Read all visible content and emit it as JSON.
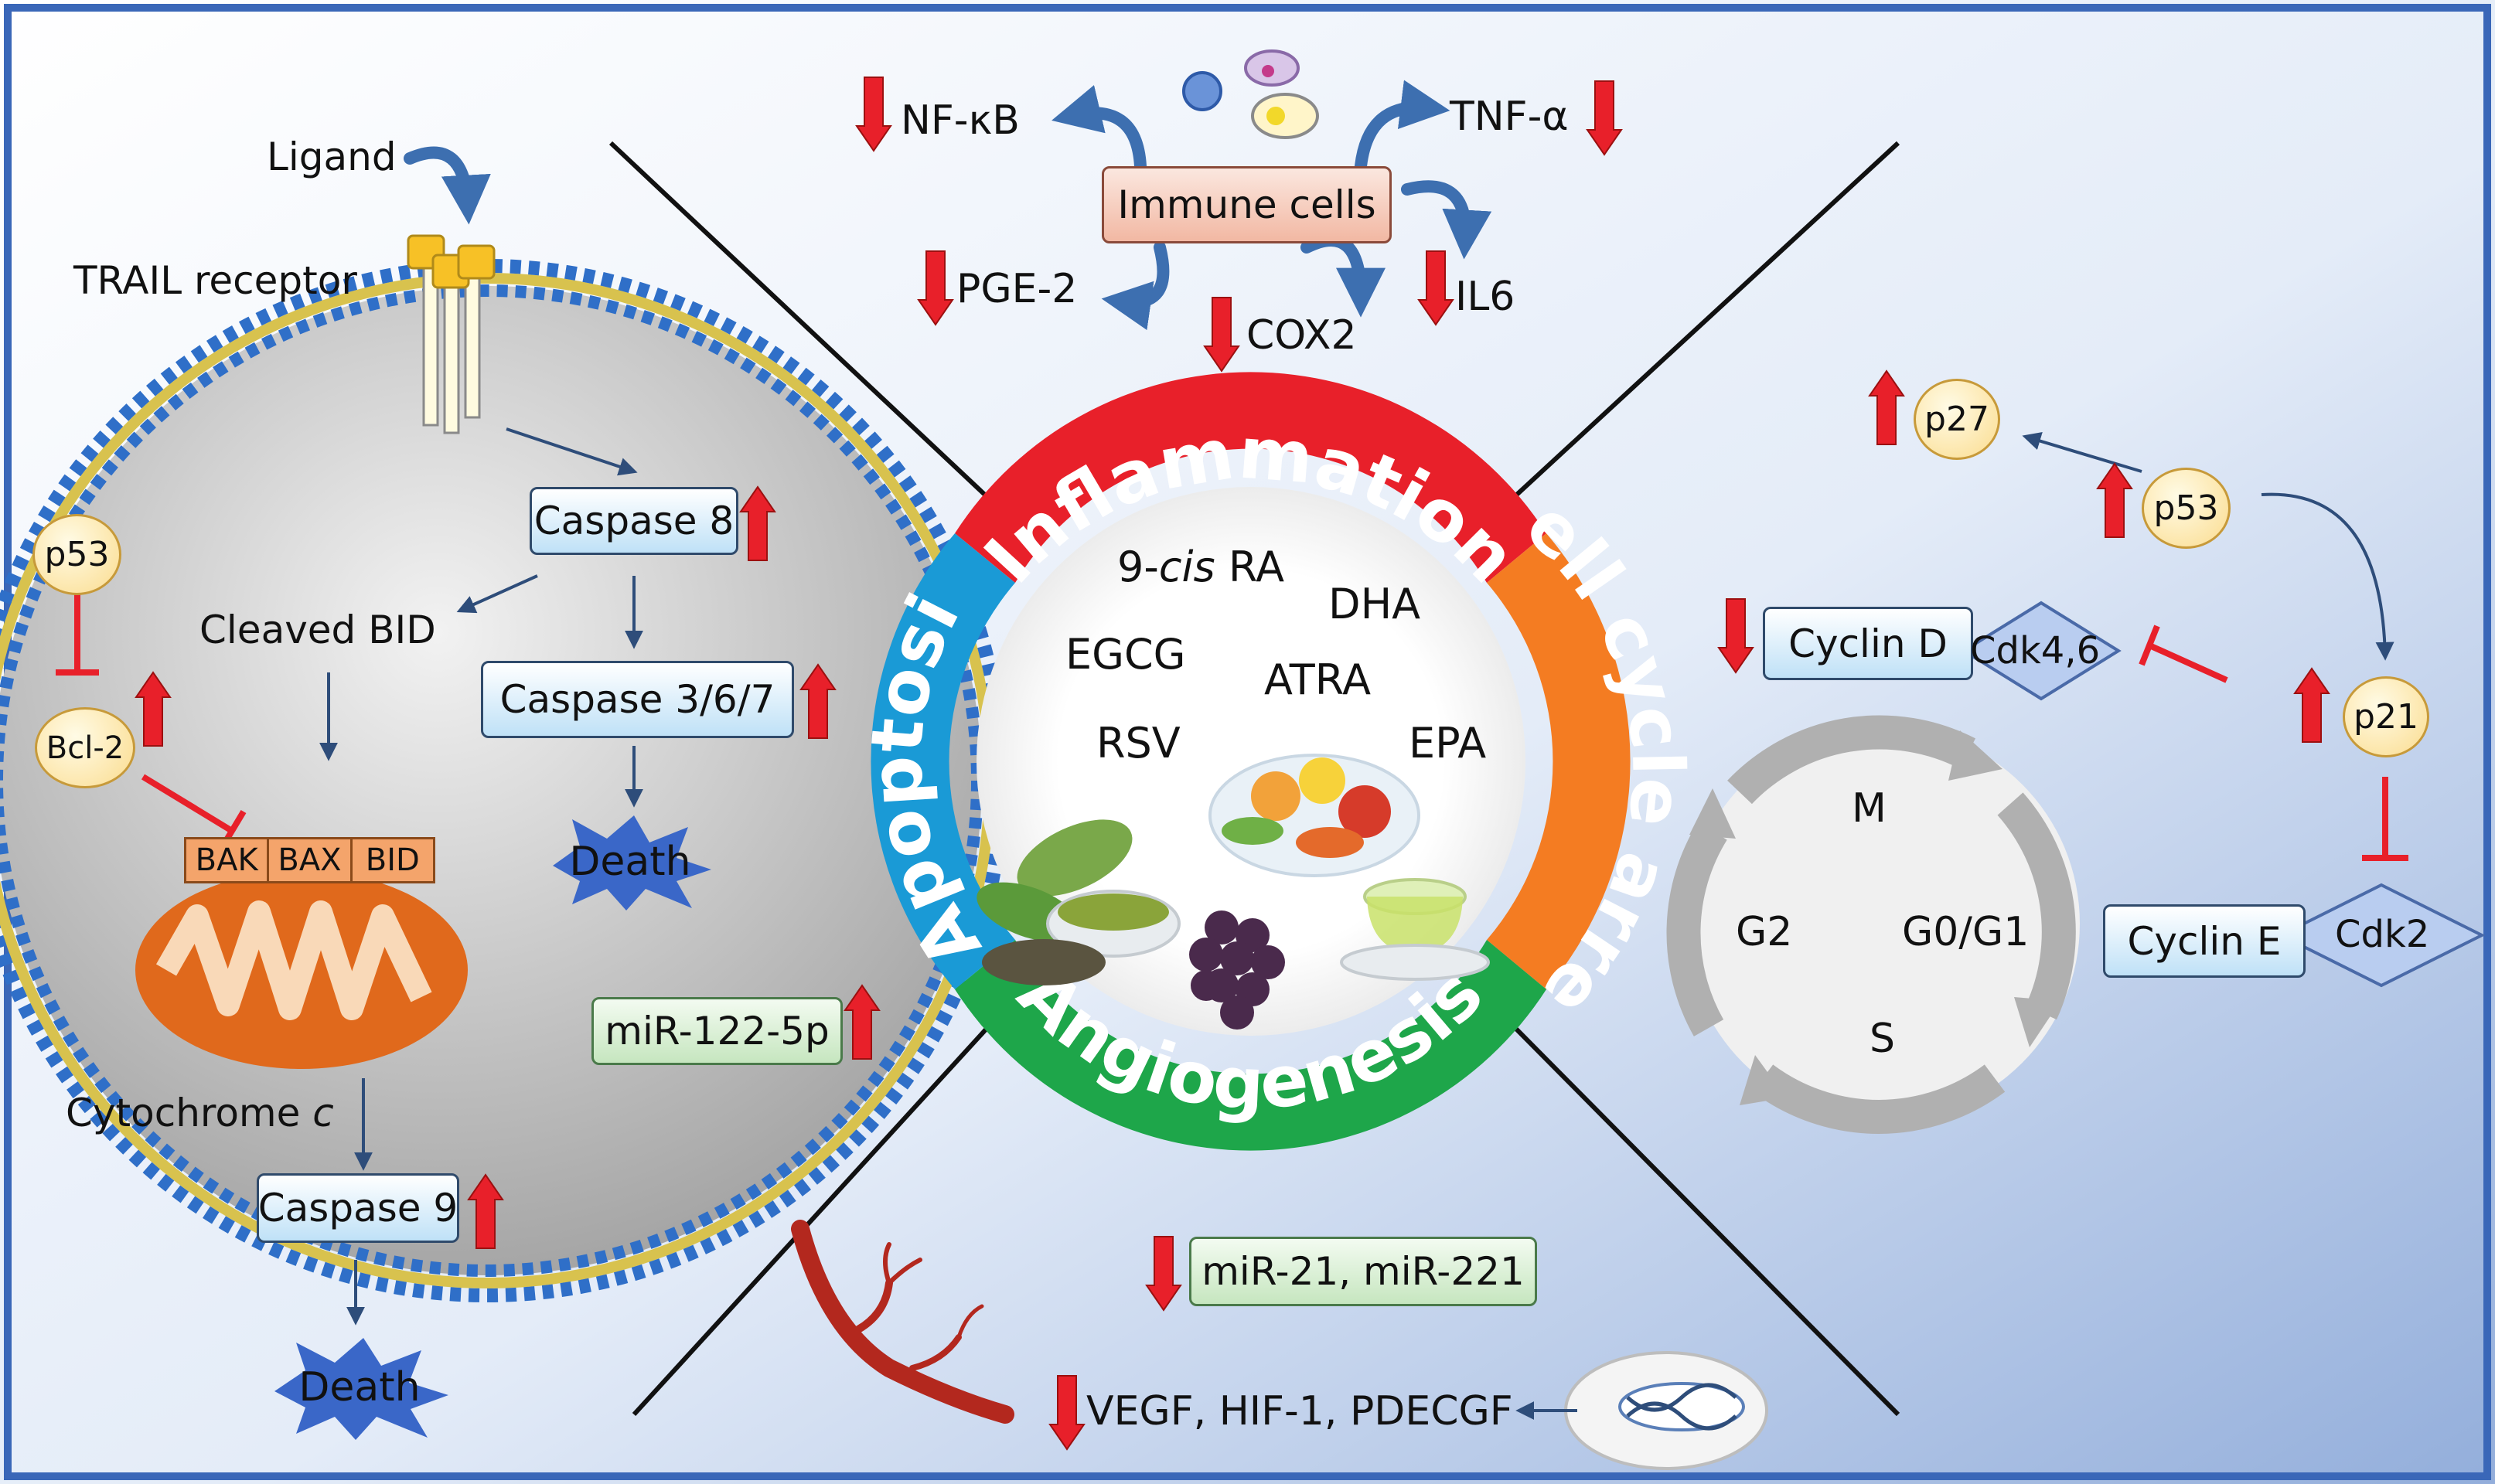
{
  "ring": {
    "inflammation": "Inflammation",
    "cell_cycle_arrest": "Cell cycle arrest",
    "angiogenesis": "Angiogenesis",
    "apoptosis": "Apoptosis",
    "colors": {
      "inflammation": "#e8202a",
      "cell_cycle": "#f47c22",
      "angiogenesis": "#1ea64a",
      "apoptosis": "#1a9ad6"
    }
  },
  "compounds": {
    "retinoic_9cis_prefix": "9-",
    "retinoic_9cis_italic": "cis",
    "retinoic_9cis_suffix": " RA",
    "dha": "DHA",
    "egcg": "EGCG",
    "atra": "ATRA",
    "rsv": "RSV",
    "epa": "EPA"
  },
  "inflammation": {
    "immune_cells": "Immune cells",
    "nfkb": "NF-κB",
    "tnfa": "TNF-α",
    "pge2": "PGE-2",
    "il6": "IL6",
    "cox2": "COX2"
  },
  "apoptosis": {
    "ligand": "Ligand",
    "trail_receptor": "TRAIL receptor",
    "caspase8": "Caspase 8",
    "cleaved_bid": "Cleaved BID",
    "caspase367": "Caspase 3/6/7",
    "death_right": "Death",
    "p53": "p53",
    "bcl2": "Bcl-2",
    "bak": "BAK",
    "bax": "BAX",
    "bid": "BID",
    "cytochrome_prefix": "Cytochrome ",
    "cytochrome_italic": "c",
    "caspase9": "Caspase 9",
    "death_bottom": "Death",
    "mir122": "miR-122-5p"
  },
  "angiogenesis": {
    "mir21": "miR-21, miR-221",
    "vegf": "VEGF, HIF-1, PDECGF"
  },
  "cell_cycle": {
    "p27": "p27",
    "p53": "p53",
    "p21": "p21",
    "cyclin_d": "Cyclin D",
    "cdk46": "Cdk4,6",
    "cyclin_e": "Cyclin E",
    "cdk2": "Cdk2",
    "phase_m": "M",
    "phase_g2": "G2",
    "phase_g0g1": "G0/G1",
    "phase_s": "S"
  }
}
